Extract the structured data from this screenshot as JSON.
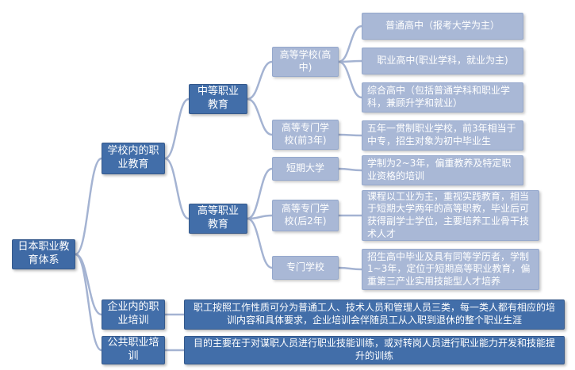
{
  "diagram": {
    "root": {
      "label": "日本职业教育体系"
    },
    "level1": {
      "school": "学校内的职业教育",
      "enterprise": "企业内的职业培训",
      "public": "公共职业培训"
    },
    "level2": {
      "secondary": "中等职业教育",
      "higher": "高等职业教育"
    },
    "level3": {
      "high_school": "高等学校(高中)",
      "tech_college_first3": "高等专门学校(前3年)",
      "junior_college": "短期大学",
      "tech_college_last2": "高等专门学校(后2年)",
      "specialized_school": "专门学校"
    },
    "leaves": {
      "general_high": "普通高中（报考大学为主）",
      "vocational_high": "职业高中(职业学科，就业为主)",
      "comprehensive_high": "综合高中（包括普通学科和职业学科，兼顾升学和就业）",
      "five_year": "五年一贯制职业学校，前3年相当于中专，招生对象为初中毕业生",
      "junior_college_desc": "学制为2~3年，偏重教养及特定职业资格的培训",
      "tech_college_desc": "课程以工业为主，重视实践教育，相当于短期大学两年的高等职教，毕业后可获得副学士学位，主要培养工业骨干技术人才",
      "specialized_desc": "招生高中毕业及具有同等学历者，学制1~3年，定位于短期高等职业教育，偏重第三产业实用技能型人才培养",
      "enterprise_desc": "职工按照工作性质可分为普通工人、技术人员和管理人员三类，每一类人都有相应的培训内容和具体要求，企业培训会伴随员工从入职到退休的整个职业生涯",
      "public_desc": "目的主要在于对谋职人员进行职业技能训练，或对转岗人员进行职业能力开发和技能提升的训练"
    }
  }
}
